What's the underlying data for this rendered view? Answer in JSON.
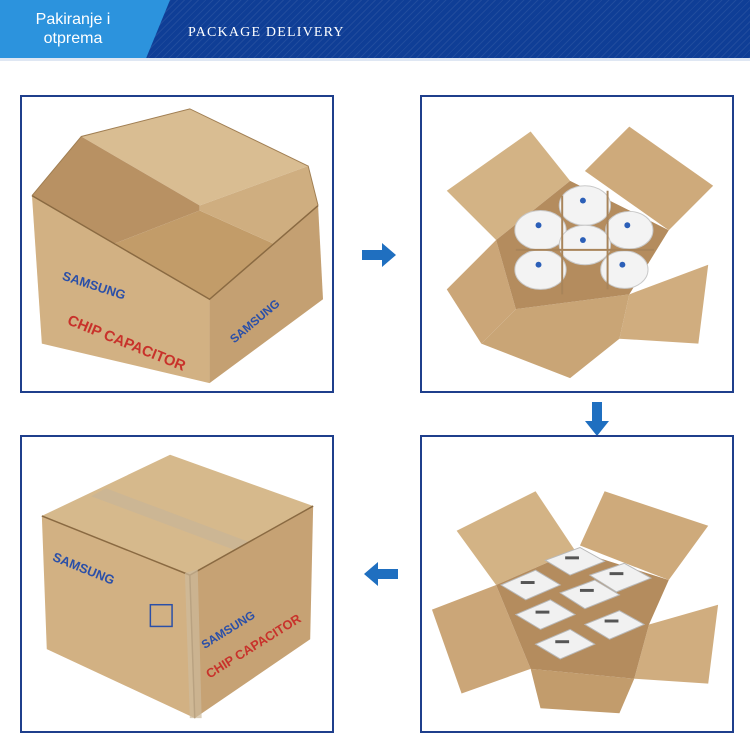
{
  "header": {
    "tab_label": "Pakiranje i otprema",
    "title": "PACKAGE DELIVERY"
  },
  "box_print": {
    "brand": "SAMSUNG",
    "line1": "CHIP CAPACITOR",
    "line2": "CHIP CAPACITOR"
  },
  "colors": {
    "banner": "#0f3e96",
    "tab": "#2c93dd",
    "frame": "#1f3f8c",
    "arrow": "#1f6fc0",
    "cardboard": "#c9a77a"
  },
  "steps": [
    {
      "name": "empty-box"
    },
    {
      "name": "box-with-reels"
    },
    {
      "name": "box-with-labeled-packs"
    },
    {
      "name": "sealed-box"
    }
  ],
  "arrows": [
    "right-arrow-icon",
    "down-arrow-icon",
    "left-arrow-icon"
  ]
}
